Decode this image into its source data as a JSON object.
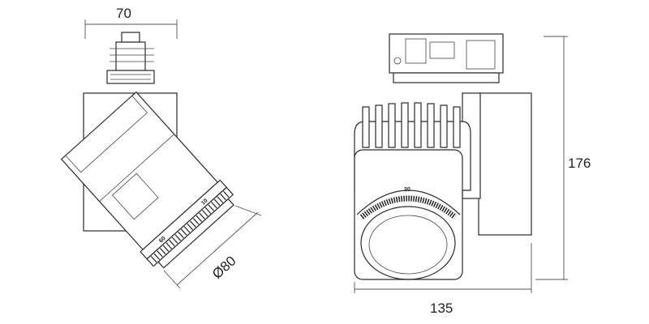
{
  "drawing": {
    "side_view": {
      "width_dim": "70",
      "diameter_dim": "Ø80",
      "ring_marks": [
        "10",
        "60"
      ]
    },
    "front_view": {
      "height_dim": "176",
      "width_dim": "135",
      "ring_mark": "20"
    }
  }
}
